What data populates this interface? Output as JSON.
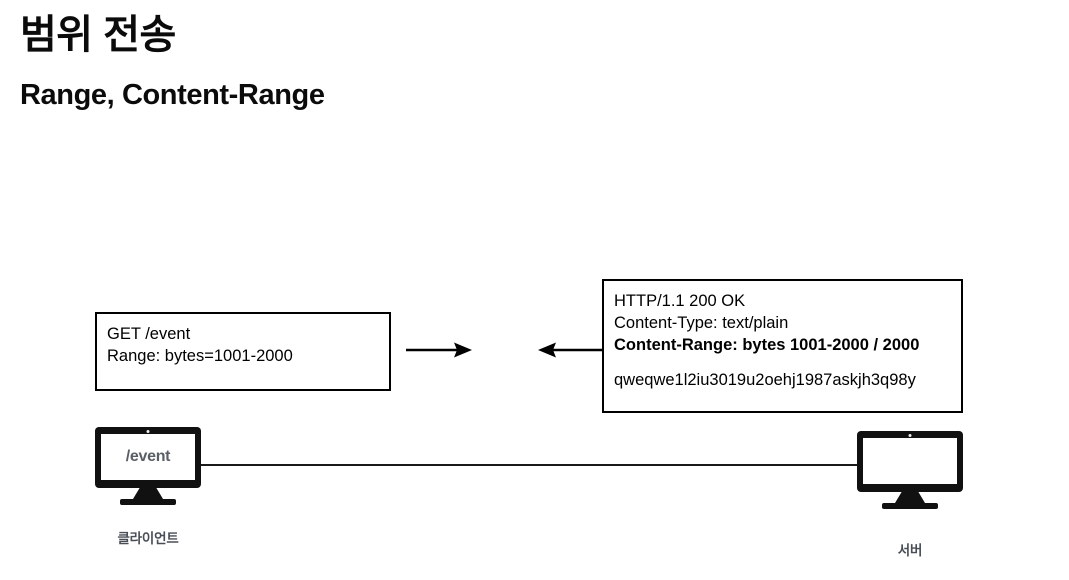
{
  "slide": {
    "title": "범위 전송",
    "subtitle": "Range, Content-Range"
  },
  "request_box": {
    "name": "http-request",
    "lines": [
      "GET /event",
      "Range: bytes=1001-2000"
    ]
  },
  "response_box": {
    "name": "http-response",
    "status_line": "HTTP/1.1 200 OK",
    "content_type": "Content-Type: text/plain",
    "content_range": "Content-Range: bytes 1001-2000 / 2000",
    "body": "qweqwe1l2iu3019u2oehj1987askjh3q98y"
  },
  "arrows": {
    "request_direction": "right",
    "response_direction": "left"
  },
  "client": {
    "screen_text": "/event",
    "label": "클라이언트"
  },
  "server": {
    "screen_text": "",
    "label": "서버"
  },
  "colors": {
    "ink": "#000000",
    "label_gray": "#4a4f57",
    "screen_text_gray": "#5a5f66",
    "background": "#ffffff"
  }
}
